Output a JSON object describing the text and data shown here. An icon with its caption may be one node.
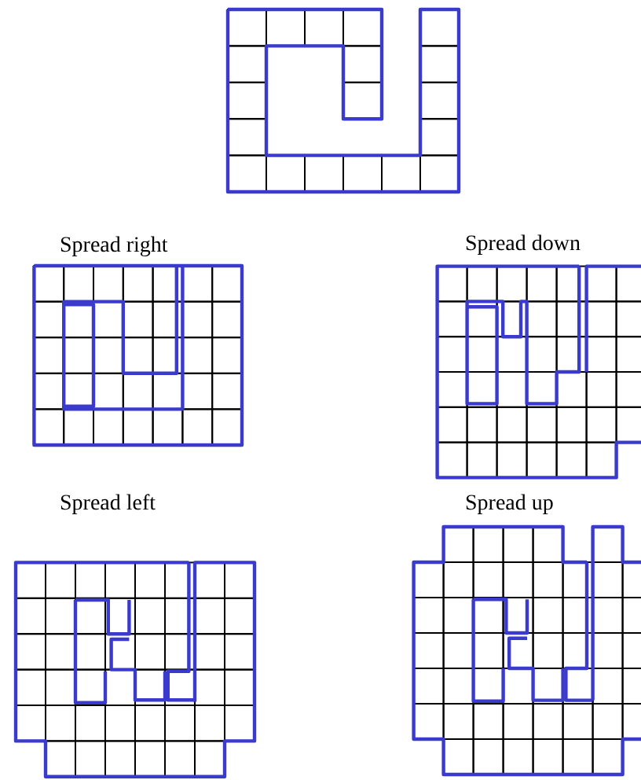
{
  "diagram": {
    "labels": [
      "Spread right",
      "Spread down",
      "Spread left",
      "Spread up"
    ]
  }
}
